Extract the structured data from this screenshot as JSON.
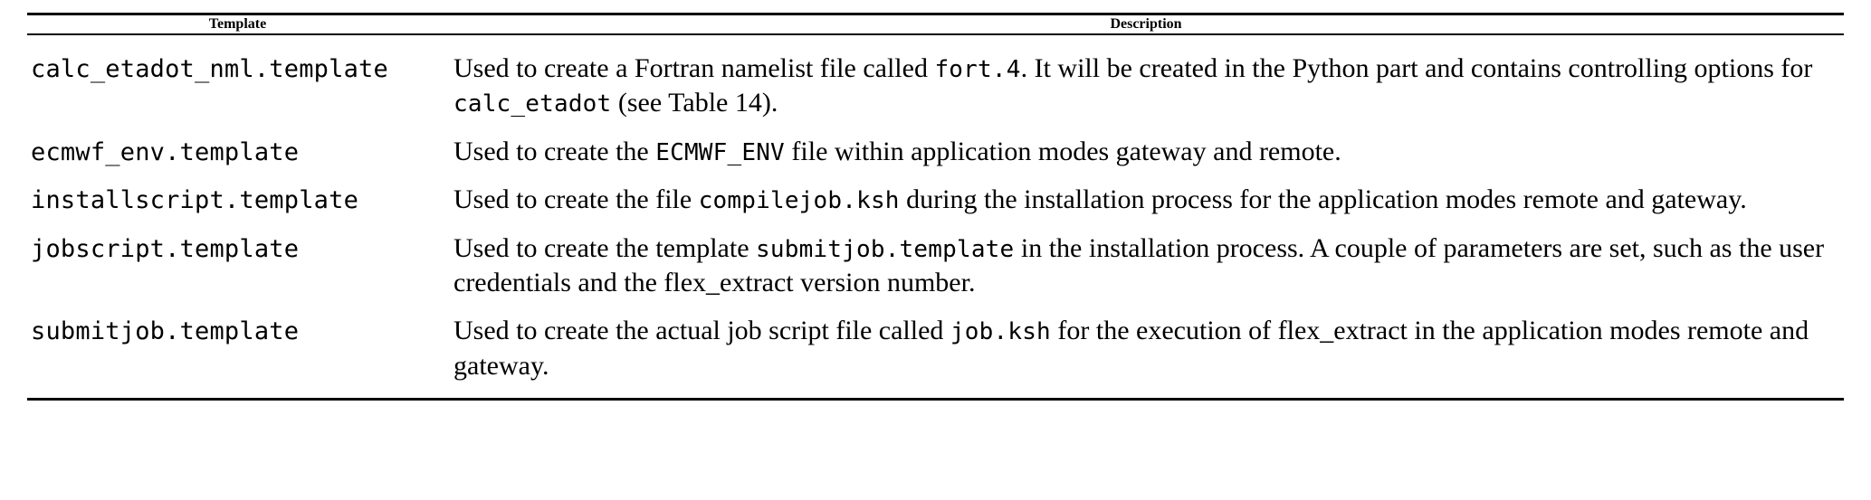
{
  "table": {
    "headers": {
      "template": "Template",
      "description": "Description"
    },
    "rows": [
      {
        "name": "calc_etadot_nml.template",
        "description_parts": [
          {
            "type": "text",
            "value": "Used to create a Fortran namelist file called "
          },
          {
            "type": "code",
            "value": "fort.4"
          },
          {
            "type": "text",
            "value": ". It will be created in the Python part and contains controlling options for "
          },
          {
            "type": "code",
            "value": "calc_etadot"
          },
          {
            "type": "text",
            "value": " (see Table 14)."
          }
        ],
        "description_plain": "Used to create a Fortran namelist file called fort.4. It will be created in the Python part and contains controlling options for calc_etadot (see Table 14)."
      },
      {
        "name": "ecmwf_env.template",
        "description_parts": [
          {
            "type": "text",
            "value": "Used to create the "
          },
          {
            "type": "code",
            "value": "ECMWF_ENV"
          },
          {
            "type": "text",
            "value": " file within application modes gateway and remote."
          }
        ],
        "description_plain": "Used to create the ECMWF_ENV file within application modes gateway and remote."
      },
      {
        "name": "installscript.template",
        "description_parts": [
          {
            "type": "text",
            "value": "Used to create the file "
          },
          {
            "type": "code",
            "value": "compilejob.ksh"
          },
          {
            "type": "text",
            "value": " during the installation process for the application modes remote and gateway."
          }
        ],
        "description_plain": "Used to create the file compilejob.ksh during the installation process for the application modes remote and gateway."
      },
      {
        "name": "jobscript.template",
        "description_parts": [
          {
            "type": "text",
            "value": "Used to create the template "
          },
          {
            "type": "code",
            "value": "submitjob.template"
          },
          {
            "type": "text",
            "value": " in the installation process. A couple of parameters are set, such as the user credentials and the flex_extract version number."
          }
        ],
        "description_plain": "Used to create the template submitjob.template in the installation process. A couple of parameters are set, such as the user credentials and the flex_extract version number."
      },
      {
        "name": "submitjob.template",
        "description_parts": [
          {
            "type": "text",
            "value": "Used to create the actual job script file called "
          },
          {
            "type": "code",
            "value": "job.ksh"
          },
          {
            "type": "text",
            "value": " for the execution of flex_extract in the application modes remote and gateway."
          }
        ],
        "description_plain": "Used to create the actual job script file called job.ksh for the execution of flex_extract in the application modes remote and gateway."
      }
    ]
  }
}
